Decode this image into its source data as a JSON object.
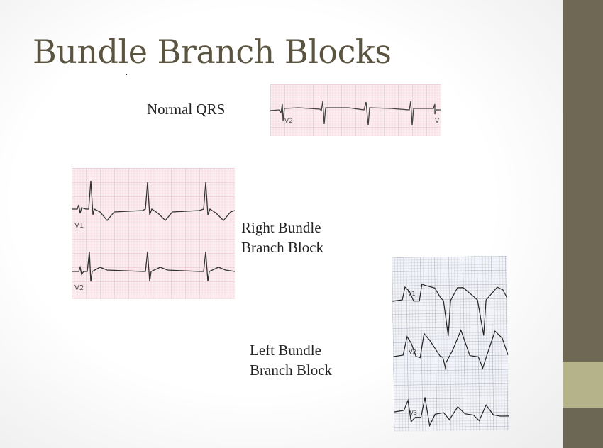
{
  "slide": {
    "title": "Bundle Branch Blocks",
    "normal_label": "Normal QRS",
    "rbbb_label_line1": "Right Bundle",
    "rbbb_label_line2": "Branch Block",
    "lbbb_label_line1": "Left Bundle",
    "lbbb_label_line2": "Branch Block"
  },
  "ecg_leads": {
    "normal": [
      "V2",
      "V"
    ],
    "rbbb": [
      "V1",
      "V2"
    ],
    "lbbb": [
      "V1",
      "V2",
      "V3"
    ]
  },
  "colors": {
    "accent_dark": "#6f6855",
    "accent_light": "#b4b38a",
    "title": "#5a5440"
  }
}
